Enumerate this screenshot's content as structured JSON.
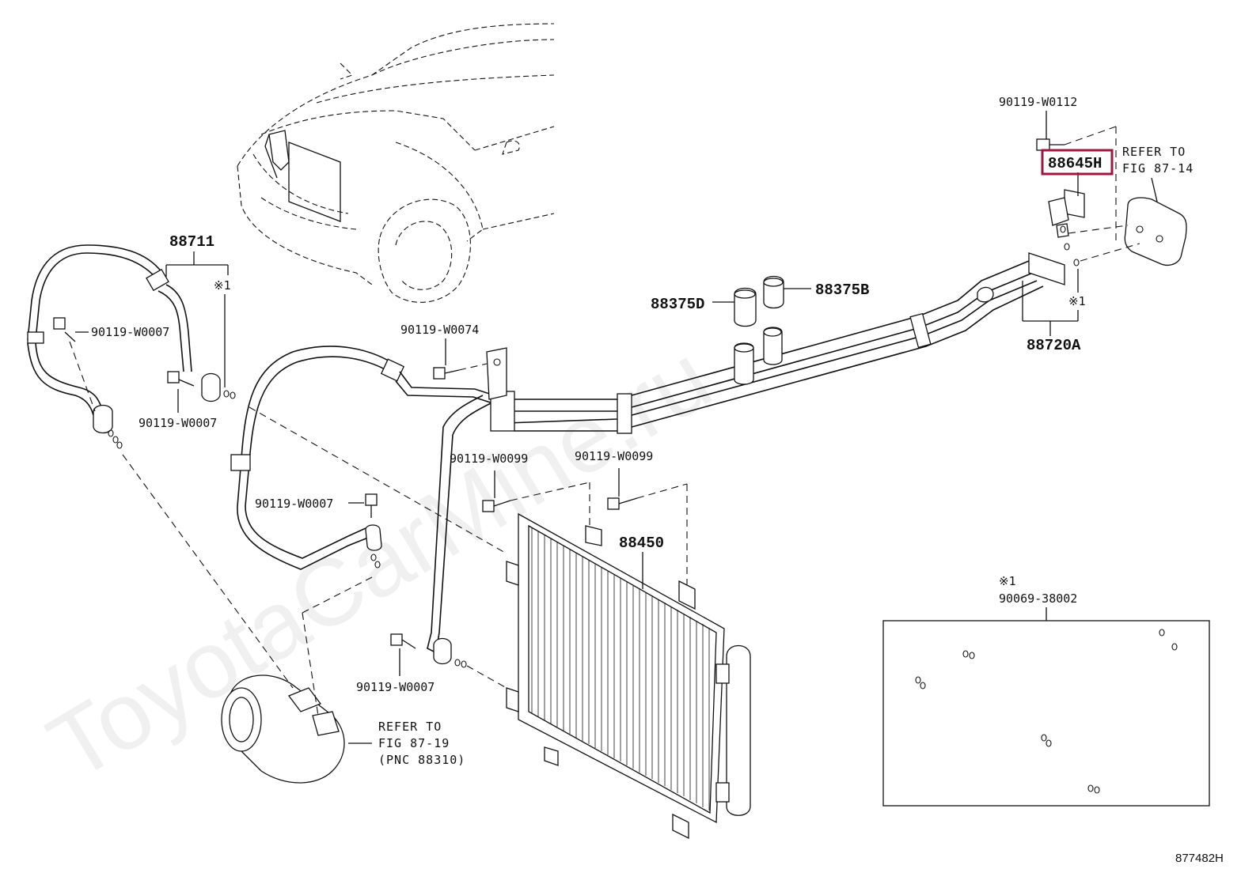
{
  "diagram": {
    "watermark": "ToyotaCarMine.ru",
    "figure_id": "877482H",
    "highlighted_part": "88645H",
    "labels": {
      "p88711": "88711",
      "note_top": "※1",
      "bolt_a": "90119-W0007",
      "bolt_b": "90119-W0007",
      "bolt_c": "90119-W0074",
      "bolt_d": "90119-W0099",
      "bolt_e": "90119-W0099",
      "bolt_f": "90119-W0007",
      "bolt_g": "90119-W0007",
      "bolt_h": "90119-W0112",
      "p88375D": "88375D",
      "p88375B": "88375B",
      "p88450": "88450",
      "p88720A": "88720A",
      "note_right": "※1",
      "box_note": "※1",
      "box_part": "90069-38002"
    },
    "refer_top": {
      "line1": "REFER TO",
      "line2": "FIG 87-14"
    },
    "refer_bottom": {
      "line1": "REFER TO",
      "line2": "FIG 87-19",
      "line3": "(PNC 88310)"
    }
  }
}
